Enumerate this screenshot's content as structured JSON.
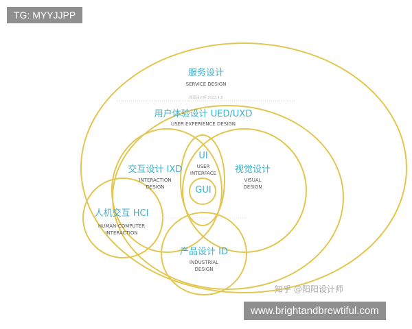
{
  "tag": "TG: MYYJJPP",
  "website": "www.brightandbrewtiful.com",
  "zhihu_watermark": "知乎 @阳阳设计师",
  "diagram_watermark": "阳阳设计师 2022.4.8",
  "colors": {
    "circle": "#e2c64f",
    "title": "#3fb0c9",
    "subtitle": "#555555"
  },
  "circles": [
    {
      "zh": "服务设计",
      "en": "SERVICE DESIGN"
    },
    {
      "zh": "用户体验设计 UED/UXD",
      "en": "USER EXPERIENCE DESIGN"
    },
    {
      "zh": "交互设计 IXD",
      "en": "INTERACTION",
      "en2": "DESIGN"
    },
    {
      "zh": "视觉设计",
      "en": "VISUAL",
      "en2": "DESIGN"
    },
    {
      "zh": "UI",
      "en": "USER",
      "en2": "INTERFACE"
    },
    {
      "zh": "GUI"
    },
    {
      "zh": "人机交互 HCI",
      "en": "HUMAN-COMPUTER",
      "en2": "INTERACTION"
    },
    {
      "zh": "产品设计 ID",
      "en": "INDUSTRIAL",
      "en2": "DESIGN"
    }
  ]
}
